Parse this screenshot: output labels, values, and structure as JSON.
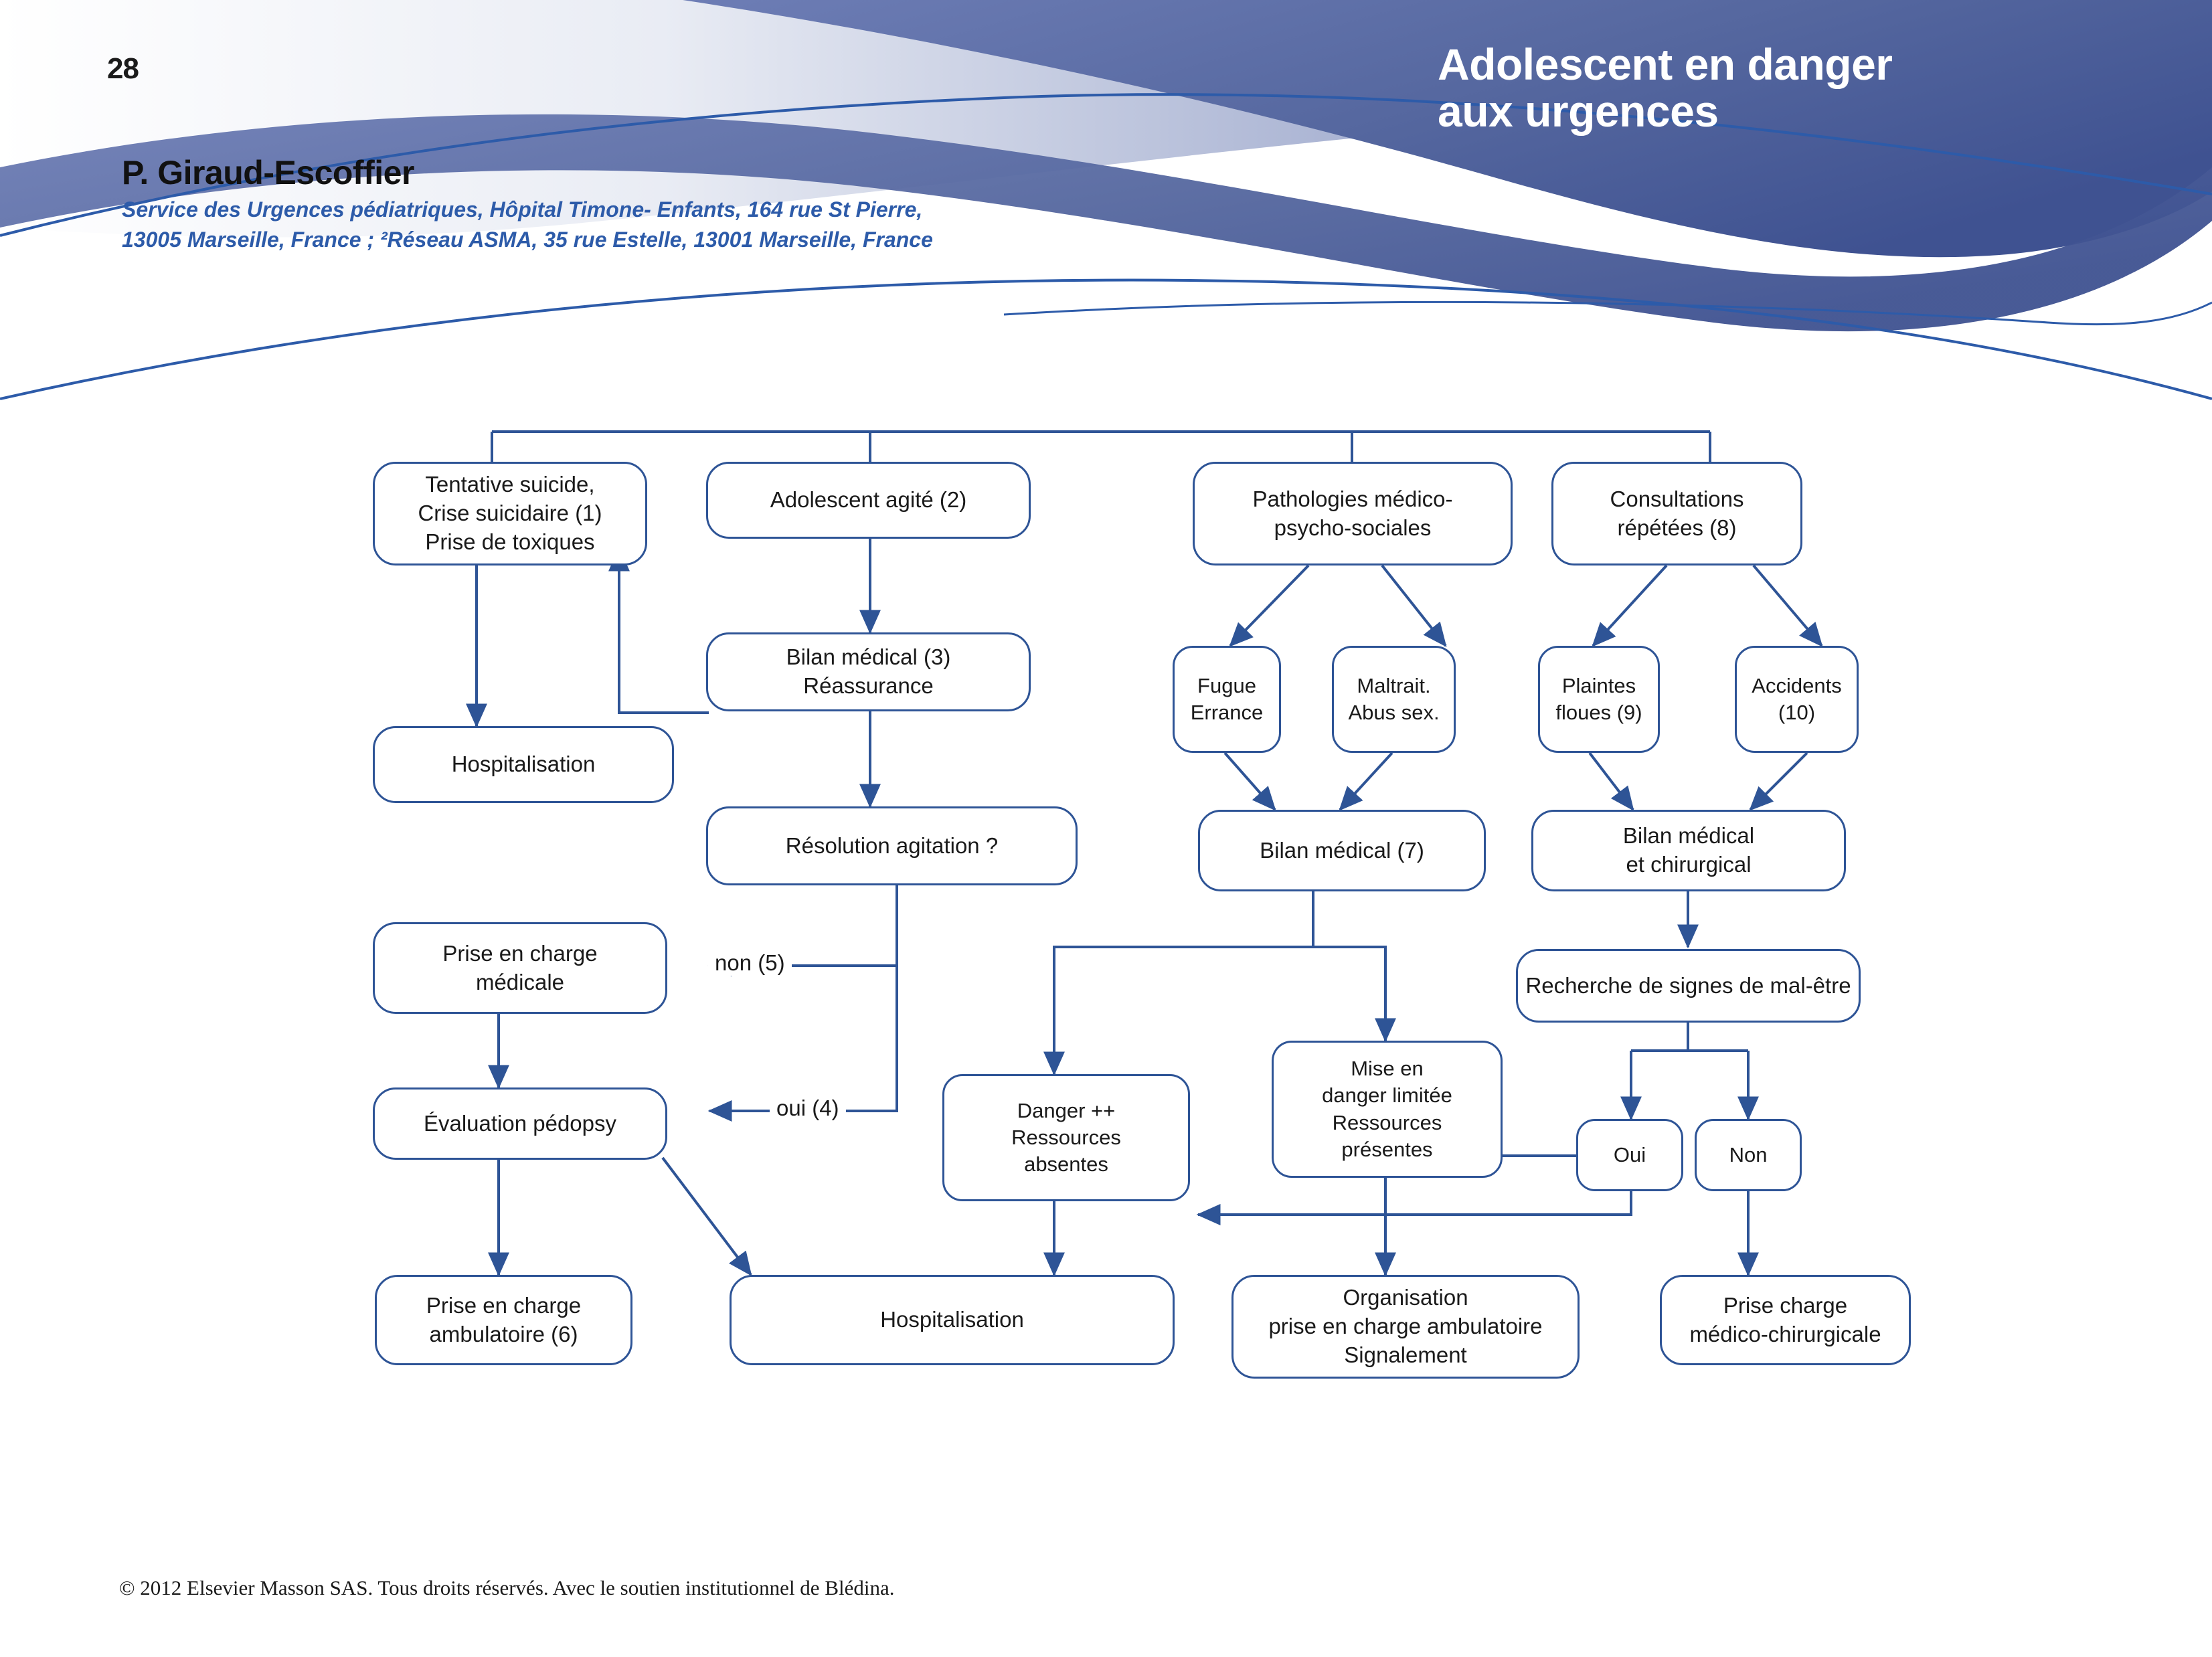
{
  "page": {
    "number": "28"
  },
  "header": {
    "author": "P. Giraud-Escoffier",
    "affiliation": "Service des Urgences pédiatriques, Hôpital Timone- Enfants, 164 rue St Pierre,\n13005 Marseille, France ; ²Réseau ASMA, 35 rue Estelle, 13001 Marseille, France",
    "title": "Adolescent en danger\naux urgences",
    "brand_color": "#5367a4",
    "line_color": "#2d5ba9"
  },
  "footer": {
    "copyright": "© 2012 Elsevier Masson SAS. Tous droits réservés. Avec le soutien institutionnel de Blédina."
  },
  "chart_data": {
    "type": "diagram",
    "title": "Adolescent en danger aux urgences",
    "accent_color": "#2e5496",
    "nodes": [
      {
        "id": "n1",
        "label": "Tentative suicide,\nCrise suicidaire (1)\nPrise de toxiques"
      },
      {
        "id": "n2",
        "label": "Adolescent agité (2)"
      },
      {
        "id": "n3",
        "label": "Pathologies médico-\npsycho-sociales"
      },
      {
        "id": "n4",
        "label": "Consultations\nrépétées (8)"
      },
      {
        "id": "n5",
        "label": "Bilan médical (3)\nRéassurance"
      },
      {
        "id": "n6",
        "label": "Fugue\nErrance"
      },
      {
        "id": "n7",
        "label": "Maltrait.\nAbus sex."
      },
      {
        "id": "n8",
        "label": "Plaintes\nfloues (9)"
      },
      {
        "id": "n9",
        "label": "Accidents\n(10)"
      },
      {
        "id": "n10",
        "label": "Hospitalisation"
      },
      {
        "id": "n11",
        "label": "Résolution agitation ?"
      },
      {
        "id": "n12",
        "label": "Bilan médical  (7)"
      },
      {
        "id": "n13",
        "label": "Bilan médical\net chirurgical"
      },
      {
        "id": "n14",
        "label": "Prise en charge\nmédicale"
      },
      {
        "id": "n15",
        "label": "Recherche de signes de mal-être"
      },
      {
        "id": "n16",
        "label": "Évaluation pédopsy"
      },
      {
        "id": "n17",
        "label": "Mise en\ndanger limitée\nRessources\nprésentes"
      },
      {
        "id": "n18",
        "label": "Oui"
      },
      {
        "id": "n19",
        "label": "Non"
      },
      {
        "id": "n20",
        "label": "Danger ++\nRessources\nabsentes"
      },
      {
        "id": "n21",
        "label": "Prise en charge\nambulatoire (6)"
      },
      {
        "id": "n22",
        "label": "Hospitalisation"
      },
      {
        "id": "n23",
        "label": "Organisation\nprise en charge ambulatoire\nSignalement"
      },
      {
        "id": "n24",
        "label": "Prise charge\nmédico-chirurgicale"
      }
    ],
    "edge_labels": [
      {
        "id": "e_non",
        "label": "non (5)"
      },
      {
        "id": "e_oui",
        "label": "oui (4)"
      }
    ],
    "edges": [
      {
        "from": "root",
        "to": "n1"
      },
      {
        "from": "root",
        "to": "n2"
      },
      {
        "from": "root",
        "to": "n3"
      },
      {
        "from": "root",
        "to": "n4"
      },
      {
        "from": "n1",
        "to": "n10"
      },
      {
        "from": "n2",
        "to": "n5"
      },
      {
        "from": "n5",
        "to": "n1",
        "note": "retour"
      },
      {
        "from": "n5",
        "to": "n11"
      },
      {
        "from": "n11",
        "to": "n14",
        "label": "non (5)"
      },
      {
        "from": "n11",
        "to": "n16",
        "label": "oui (4)"
      },
      {
        "from": "n3",
        "to": "n6"
      },
      {
        "from": "n3",
        "to": "n7"
      },
      {
        "from": "n4",
        "to": "n8"
      },
      {
        "from": "n4",
        "to": "n9"
      },
      {
        "from": "n6",
        "to": "n12"
      },
      {
        "from": "n7",
        "to": "n12"
      },
      {
        "from": "n8",
        "to": "n13"
      },
      {
        "from": "n9",
        "to": "n13"
      },
      {
        "from": "n12",
        "to": "n20"
      },
      {
        "from": "n12",
        "to": "n17"
      },
      {
        "from": "n13",
        "to": "n15"
      },
      {
        "from": "n15",
        "to": "n18"
      },
      {
        "from": "n15",
        "to": "n19"
      },
      {
        "from": "n18",
        "to": "n17"
      },
      {
        "from": "n18",
        "to": "n20"
      },
      {
        "from": "n14",
        "to": "n16"
      },
      {
        "from": "n16",
        "to": "n21"
      },
      {
        "from": "n16",
        "to": "n22"
      },
      {
        "from": "n20",
        "to": "n22"
      },
      {
        "from": "n17",
        "to": "n23"
      },
      {
        "from": "n19",
        "to": "n24"
      }
    ]
  }
}
